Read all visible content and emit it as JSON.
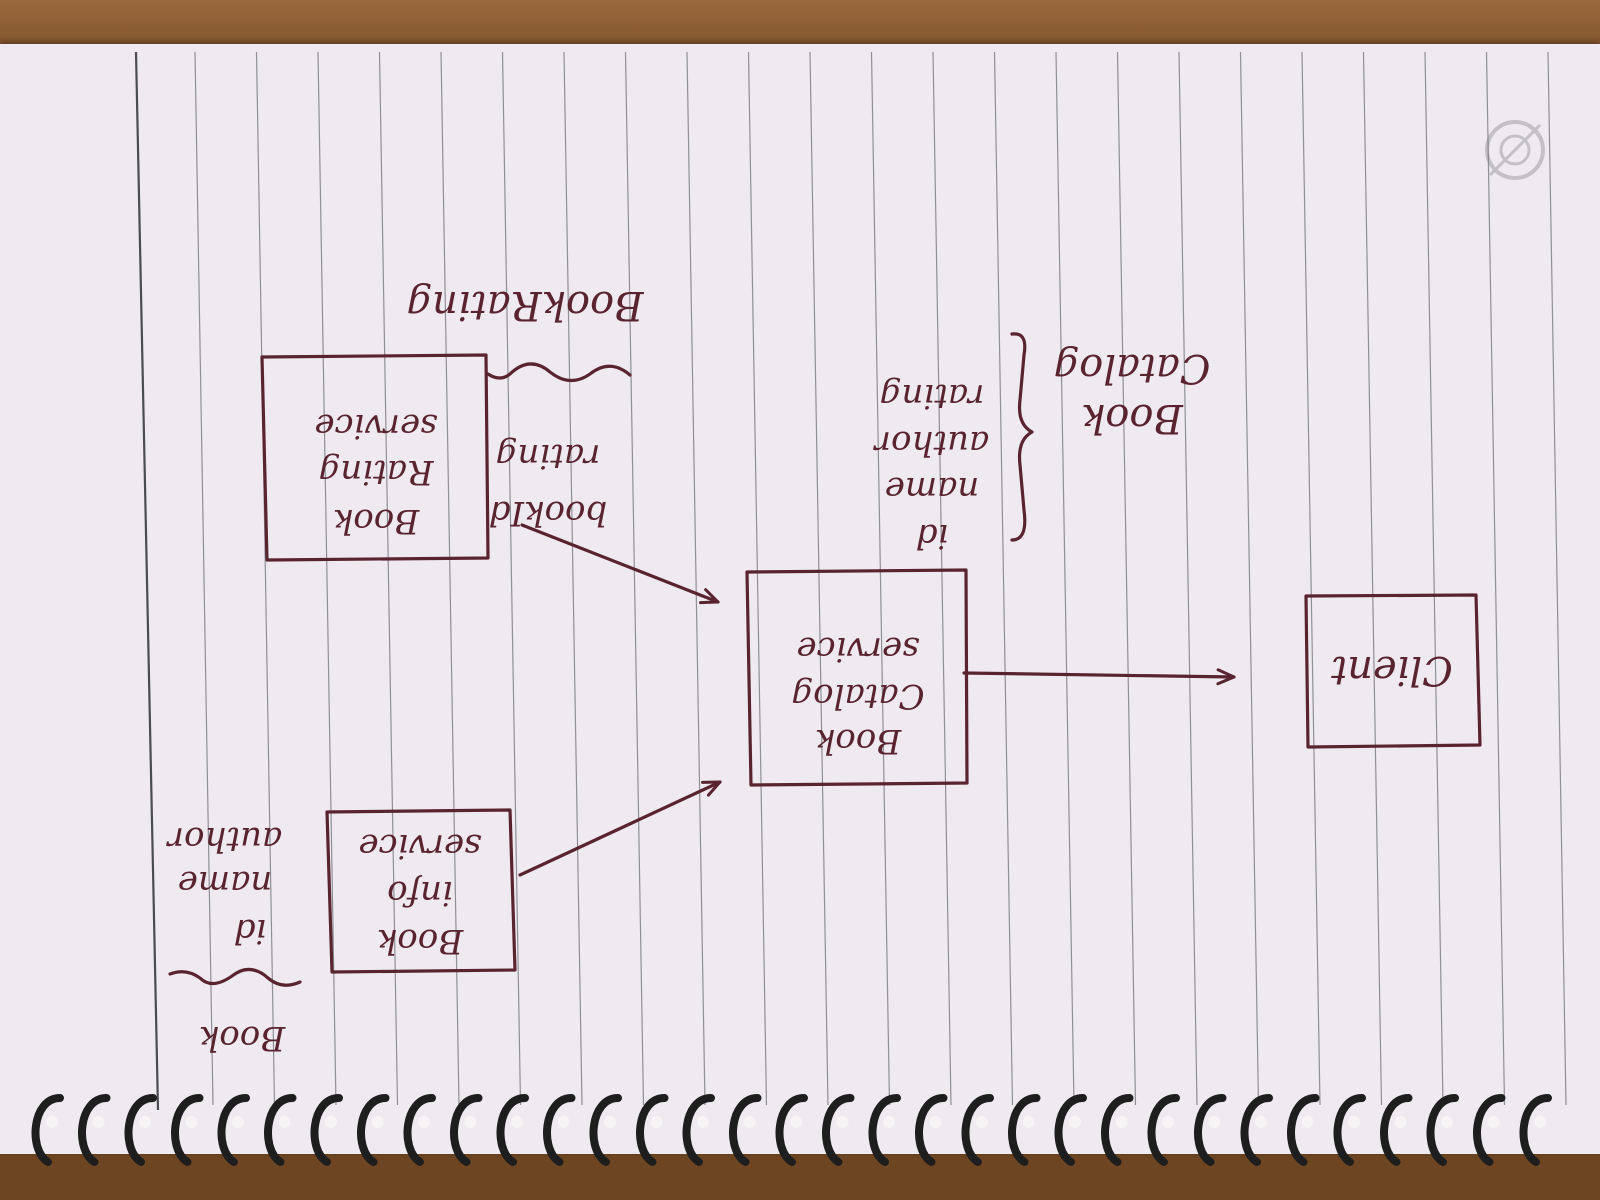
{
  "nodes": {
    "client": {
      "label": "Client"
    },
    "catalog": {
      "line1": "Book",
      "line2": "Catalog",
      "line3": "service"
    },
    "rating": {
      "line1": "Book",
      "line2": "Rating",
      "line3": "service"
    },
    "info": {
      "line1": "Book",
      "line2": "info",
      "line3": "service"
    }
  },
  "annotations": {
    "catalog_model": {
      "title_line1": "Book",
      "title_line2": "Catalog",
      "fields": [
        "id",
        "name",
        "author",
        "rating"
      ]
    },
    "rating_model": {
      "title": "BookRating",
      "fields": [
        "bookId",
        "rating"
      ]
    },
    "info_model": {
      "title": "Book",
      "fields": [
        "id",
        "name",
        "author"
      ]
    }
  },
  "edges": [
    {
      "from": "catalog",
      "to": "client"
    },
    {
      "from": "rating",
      "to": "catalog"
    },
    {
      "from": "info",
      "to": "catalog"
    }
  ],
  "colors": {
    "ink": "#5a2330",
    "paper": "#eeeaf0",
    "desk": "#7d5029",
    "spiral": "#1e1e1e"
  }
}
